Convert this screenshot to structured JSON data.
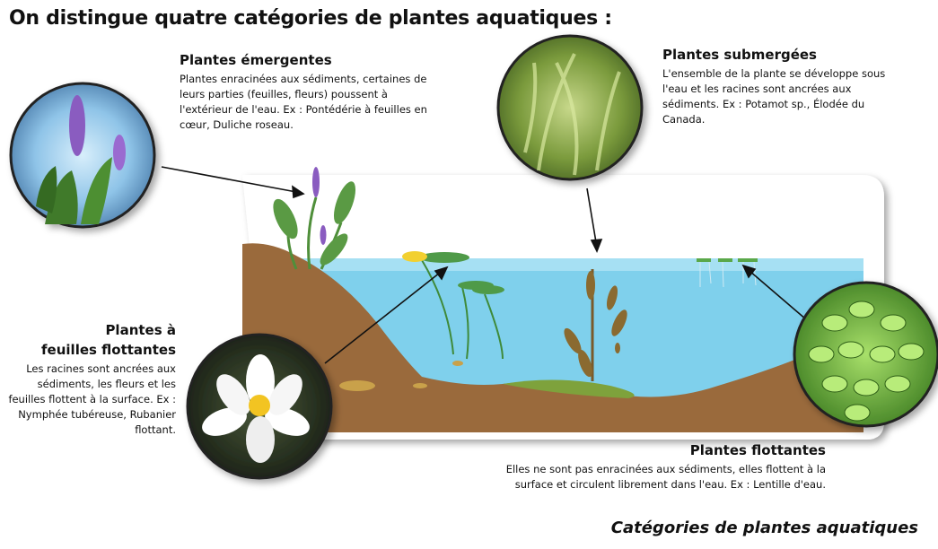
{
  "title": "On distingue quatre catégories de plantes aquatiques :",
  "emergentes": {
    "heading": "Plantes émergentes",
    "text": "Plantes enracinées aux sédiments, certaines de leurs parties (feuilles, fleurs) poussent à l'extérieur de l'eau. Ex : Pontédérie à feuilles en cœur, Duliche roseau."
  },
  "submergees": {
    "heading": "Plantes submergées",
    "text": "L'ensemble de la plante se développe sous l'eau et les racines sont ancrées aux sédiments. Ex : Potamot sp., Élodée du Canada."
  },
  "feuilles_flottantes": {
    "heading_line1": "Plantes à",
    "heading_line2": "feuilles flottantes",
    "text": "Les racines sont ancrées aux sédiments, les fleurs et les feuilles flottent à la surface. Ex : Nymphée tubéreuse, Rubanier flottant."
  },
  "flottantes": {
    "heading": "Plantes flottantes",
    "text": "Elles ne sont pas enracinées aux sédiments, elles flottent à la surface et circulent librement dans l'eau. Ex : Lentille d'eau."
  },
  "caption": "Catégories de plantes aquatiques",
  "colors": {
    "water": "#7fd0ec",
    "soil": "#9a6a3c",
    "sediment_green": "#7ea23c",
    "leaf_green": "#4f8f3a",
    "pickerel_flower": "#8a5cc0",
    "sky": "#bfe6f5"
  }
}
